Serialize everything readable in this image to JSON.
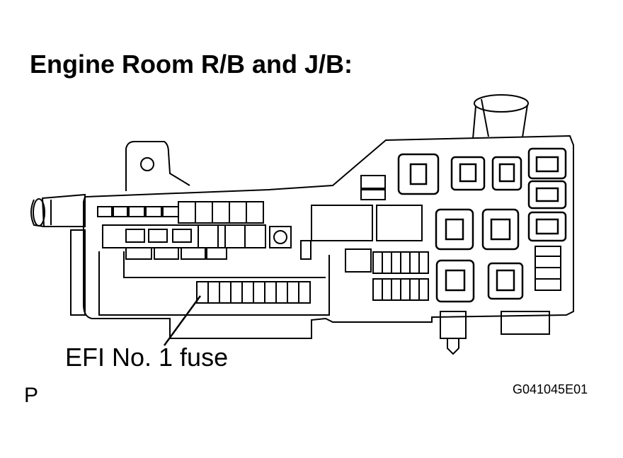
{
  "title": "Engine Room R/B and J/B:",
  "callout_label": "EFI No. 1 fuse",
  "corner_mark": "P",
  "figure_id": "G041045E01"
}
